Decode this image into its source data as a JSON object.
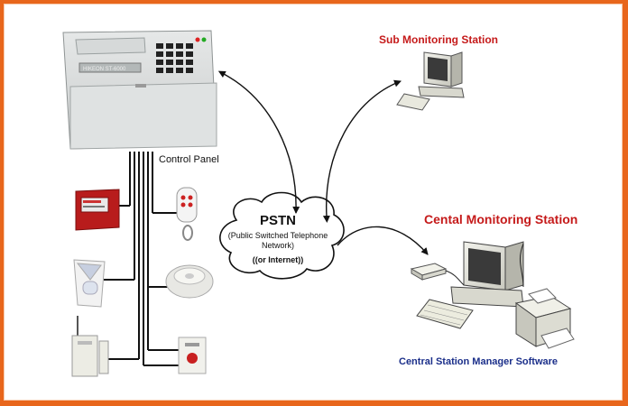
{
  "labels": {
    "control_panel": "Control Panel",
    "sub_station": "Sub Monitoring Station",
    "central_station": "Cental Monitoring Station",
    "software": "Central Station Manager Software"
  },
  "pstn": {
    "title": "PSTN",
    "description": "(Public Switched Telephone Network)",
    "internet": "((or Internet))"
  },
  "panel_brand": "HIKEON ST-6000",
  "colors": {
    "frame": "#e8661c",
    "station_titles": "#c51a1a",
    "software_label": "#1b2f8a"
  },
  "icons": [
    "control-panel-icon",
    "computer-icon",
    "cloud-icon",
    "fire-alarm-panel-icon",
    "remote-keyfob-icon",
    "pir-motion-sensor-icon",
    "smoke-detector-icon",
    "door-contact-sensor-icon",
    "panic-button-icon",
    "printer-icon",
    "modem-icon"
  ]
}
